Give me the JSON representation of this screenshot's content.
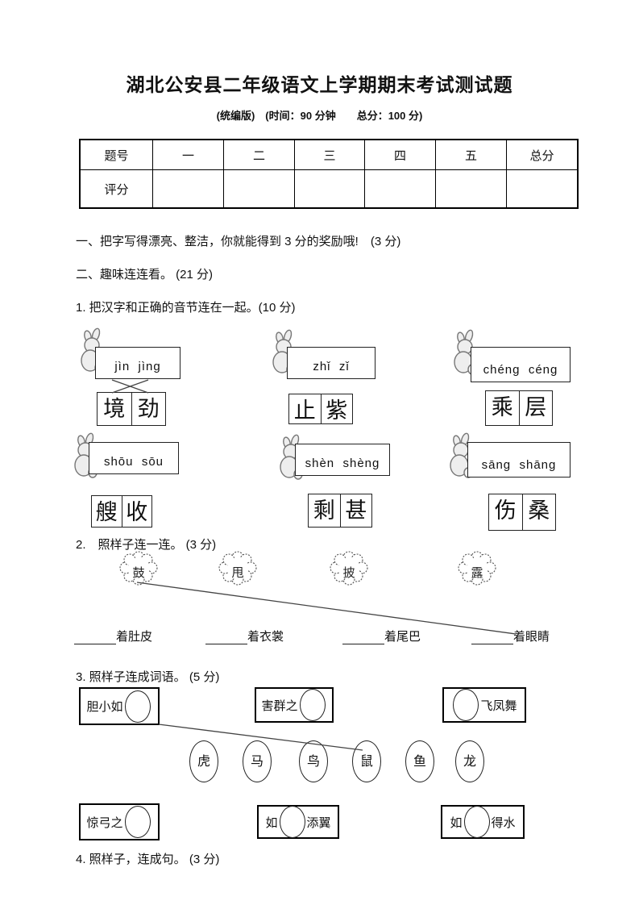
{
  "title": "湖北公安县二年级语文上学期期末考试测试题",
  "subtitle": "(统编版)　(时间：90 分钟　　总分：100 分)",
  "score_table": {
    "headers": [
      "题号",
      "一",
      "二",
      "三",
      "四",
      "五",
      "总分"
    ],
    "score_row_label": "评分"
  },
  "section1": {
    "label": "一、把字写得漂亮、整洁，你就能得到 3 分的奖励哦!　(3 分)"
  },
  "section2": {
    "label": "二、趣味连连看。 (21 分)"
  },
  "q1": {
    "label": "1. 把汉字和正确的音节连在一起。(10 分)",
    "groups": [
      {
        "pinyin": "jìn  jìng",
        "char1": "境",
        "char2": "劲"
      },
      {
        "pinyin": "zhǐ  zǐ",
        "char1": "止",
        "char2": "紫"
      },
      {
        "pinyin": "chéng  céng",
        "char1": "乘",
        "char2": "层"
      },
      {
        "pinyin": "shōu  sōu",
        "char1": "艘",
        "char2": "收"
      },
      {
        "pinyin": "shèn  shèng",
        "char1": "剩",
        "char2": "甚"
      },
      {
        "pinyin": "sāng  shāng",
        "char1": "伤",
        "char2": "桑"
      }
    ]
  },
  "q2": {
    "label": "2.　照样子连一连。 (3 分)",
    "bubbles": [
      "鼓",
      "甩",
      "披",
      "露"
    ],
    "phrases": [
      "着肚皮",
      "着衣裳",
      "着尾巴",
      "着眼睛"
    ]
  },
  "q3": {
    "label": "3. 照样子连成词语。 (5 分)",
    "boxes": [
      {
        "before": "胆小如",
        "after": ""
      },
      {
        "before": "害群之",
        "after": ""
      },
      {
        "before": "",
        "after": "飞凤舞"
      },
      {
        "before": "惊弓之",
        "after": ""
      },
      {
        "before": "如",
        "after": "添翼"
      },
      {
        "before": "如",
        "after": "得水"
      }
    ],
    "circles": [
      "虎",
      "马",
      "鸟",
      "鼠",
      "鱼",
      "龙"
    ]
  },
  "q4": {
    "label": "4. 照样子，连成句。 (3 分)"
  }
}
